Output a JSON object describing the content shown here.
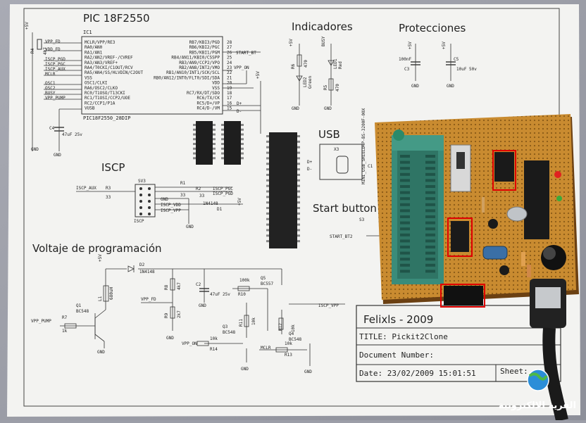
{
  "schematic": {
    "mcu_title": "PIC 18F2550",
    "ic_label": "IC1",
    "mcu_part": "PIC18F2550_28DIP",
    "mcu_left_pins": [
      "MCLR/VPP/RE3",
      "RA0/AN0",
      "RA1/AN1",
      "RA2/AN2/VREF-/CVREF",
      "RA3/AN3/VREF+",
      "RA4/T0CKI/C1OUT/RCV",
      "RA5/AN4/SS/HLVDIN/C2OUT",
      "VSS",
      "OSC1/CLKI",
      "RA6/OSC2/CLKO",
      "RC0/T1OSO/T13CKI",
      "RC1/T1OSI/CCP2/UOE",
      "RC2/CCP1/P1A",
      "VUSB"
    ],
    "mcu_right_pins": [
      "RB7/KBI3/PGD",
      "RB6/KBI2/PGC",
      "RB5/KBI1/PGM",
      "RB4/AN11/KBI0/CSSPP",
      "RB3/AN9/CCP2/VPO",
      "RB2/AN8/INT2/VMO",
      "RB1/AN10/INT1/SCK/SCL",
      "RB0/AN12/INT0/FLT0/SDI/SDA",
      "VDD",
      "VSS",
      "RC7/RX/DT/SDO",
      "RC6/TX/CK",
      "RC5/D+/VP",
      "RC4/D-/VM"
    ],
    "mcu_right_nums": [
      "28",
      "27",
      "26",
      "25",
      "24",
      "23",
      "22",
      "21",
      "20",
      "19",
      "18",
      "17",
      "16",
      "15"
    ],
    "left_nets": [
      "VPP_FD",
      "VDD_FD",
      "ISCP_PGD",
      "ISCP_PGC",
      "ISCP_AUX",
      "MCLR",
      "OSC1",
      "OSC2",
      "BUSY",
      "VPP_PUMP"
    ],
    "right_nets": [
      "START_BT",
      "VPP_ON",
      "D+",
      "D-"
    ],
    "supply": "+5V",
    "r4": "R4",
    "r4_val": "4k7",
    "c4": "C4",
    "c4_val": "47uF 25v",
    "gnd": "GND",
    "indicadores": "Indicadores",
    "protecciones": "Protecciones",
    "r6": "R6",
    "r6_val": "470",
    "r5": "R5",
    "r5_val": "470",
    "led2": "LED2",
    "led2_col": "Green",
    "led1": "LED1",
    "led1_col": "Red",
    "busy": "BUSY",
    "c3": "C3",
    "c3_val": "100nF",
    "c5": "C5",
    "c5_val": "10uF 50v",
    "usb": "USB",
    "usb_part": "MINI_USB_SHIELD4P-BS-3200F-00X",
    "x3": "X3",
    "c1": "C1",
    "icsp": "ISCP",
    "sv3": "SV3",
    "r3": "R3",
    "r3_val": "33",
    "r1": "R1",
    "r1_val": "33",
    "r2": "R2",
    "r2_val": "33",
    "d1": "D1",
    "d1_part": "1N4148",
    "iscp_aux": "ISCP_AUX",
    "iscp_pgc": "ISCP_PGC",
    "iscp_pgd": "ISCP_PGD",
    "gnd_net": "GND",
    "iscp_vdd": "ISCP_VDD",
    "iscp_vpp": "ISCP_VPP",
    "start_title": "Start button",
    "s3": "S3",
    "start_bt2": "START_BT2",
    "voltaje": "Voltaje de programación",
    "d2": "D2",
    "d2_part": "1N4148",
    "l1": "L1",
    "l1_val": "680uH",
    "q1": "Q1",
    "q1_part": "BC548",
    "r7": "R7",
    "r7_val": "1k",
    "vpp_pump": "VPP_PUMP",
    "r8": "R8",
    "r8_val": "4k7",
    "r9": "R9",
    "r9_val": "2k7",
    "vpp_fd": "VPP_FD",
    "c2": "C2",
    "c2_val": "47uF 25v",
    "r10": "R10",
    "r10_val": "100k",
    "q5": "Q5",
    "q5_part": "BC557",
    "iscp_vpp2": "ISCP_VPP",
    "r11": "R11",
    "r11_val": "10k",
    "q3": "Q3",
    "q3_part": "BC548",
    "vpp_on": "VPP_ON",
    "r14": "R14",
    "r14_val": "10k",
    "r12": "R12",
    "r12_val": "10k",
    "q4": "Q4",
    "q4_part": "BC548",
    "mclr": "MCLR",
    "r13": "R13",
    "r13_val": "10k",
    "titleblock_author": "Felixls - 2009",
    "titleblock_title": "TITLE:  Pickit2Clone",
    "titleblock_docnum": "Document Number:",
    "titleblock_date": "Date: 23/02/2009 15:01:51",
    "titleblock_sheet": "Sheet:"
  },
  "watermark": {
    "text": "القرية الالكترونية"
  },
  "colors": {
    "paper": "#f3f3f1",
    "ink": "#2b2b2b",
    "pcb": "#c88a2e",
    "zif_socket": "#3a8c7a",
    "highlight": "#e00000",
    "cable": "#1a1a1a"
  }
}
